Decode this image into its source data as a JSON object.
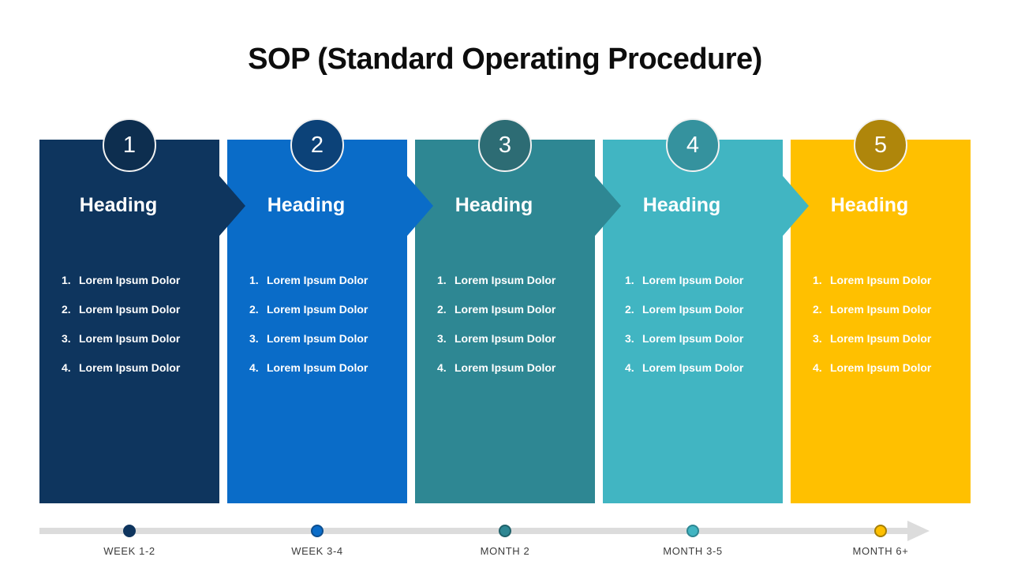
{
  "title": "SOP (Standard Operating Procedure)",
  "palette": {
    "background": "#FFFFFF",
    "timeline_bar": "#DCDCDC",
    "title_text": "#0D0D0D",
    "step_text": "#FFFFFF"
  },
  "columns": [
    {
      "number": "1",
      "heading": "Heading",
      "body_color": "#0E355E",
      "circle_color": "#0D2E4F",
      "dot_color": "#0E355E",
      "dot_border": "#0E355E",
      "timeline_label": "WEEK 1-2",
      "items": [
        {
          "n": "1.",
          "t": "Lorem Ipsum Dolor"
        },
        {
          "n": "2.",
          "t": "Lorem Ipsum Dolor"
        },
        {
          "n": "3.",
          "t": "Lorem Ipsum Dolor"
        },
        {
          "n": "4.",
          "t": "Lorem Ipsum Dolor"
        }
      ]
    },
    {
      "number": "2",
      "heading": "Heading",
      "body_color": "#0A6CC8",
      "circle_color": "#0C4278",
      "dot_color": "#0A6CC8",
      "dot_border": "#0C4E8F",
      "timeline_label": "WEEK 3-4",
      "items": [
        {
          "n": "1.",
          "t": "Lorem Ipsum Dolor"
        },
        {
          "n": "2.",
          "t": "Lorem Ipsum Dolor"
        },
        {
          "n": "3.",
          "t": "Lorem Ipsum Dolor"
        },
        {
          "n": "4.",
          "t": "Lorem Ipsum Dolor"
        }
      ]
    },
    {
      "number": "3",
      "heading": "Heading",
      "body_color": "#2E8793",
      "circle_color": "#2D6C74",
      "dot_color": "#2E8793",
      "dot_border": "#20616A",
      "timeline_label": "MONTH 2",
      "items": [
        {
          "n": "1.",
          "t": "Lorem Ipsum Dolor"
        },
        {
          "n": "2.",
          "t": "Lorem Ipsum Dolor"
        },
        {
          "n": "3.",
          "t": "Lorem Ipsum Dolor"
        },
        {
          "n": "4.",
          "t": "Lorem Ipsum Dolor"
        }
      ]
    },
    {
      "number": "4",
      "heading": "Heading",
      "body_color": "#41B5C2",
      "circle_color": "#35929E",
      "dot_color": "#41B5C2",
      "dot_border": "#2E8793",
      "timeline_label": "MONTH 3-5",
      "items": [
        {
          "n": "1.",
          "t": "Lorem Ipsum Dolor"
        },
        {
          "n": "2.",
          "t": "Lorem Ipsum Dolor"
        },
        {
          "n": "3.",
          "t": "Lorem Ipsum Dolor"
        },
        {
          "n": "4.",
          "t": "Lorem Ipsum Dolor"
        }
      ]
    },
    {
      "number": "5",
      "heading": "Heading",
      "body_color": "#FFC000",
      "circle_color": "#AF860B",
      "dot_color": "#FFC000",
      "dot_border": "#A57F06",
      "timeline_label": "MONTH 6+",
      "items": [
        {
          "n": "1.",
          "t": "Lorem Ipsum Dolor"
        },
        {
          "n": "2.",
          "t": "Lorem Ipsum Dolor"
        },
        {
          "n": "3.",
          "t": "Lorem Ipsum Dolor"
        },
        {
          "n": "4.",
          "t": "Lorem Ipsum Dolor"
        }
      ]
    }
  ]
}
